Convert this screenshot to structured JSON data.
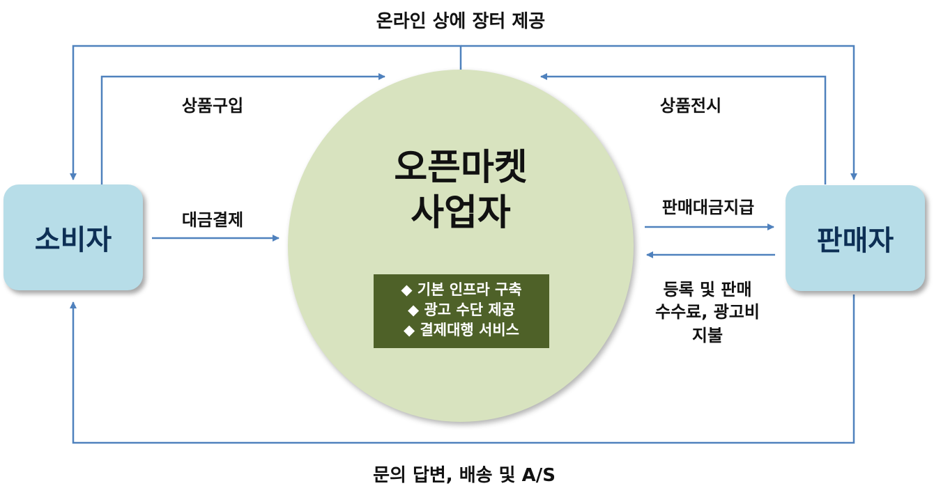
{
  "top_label": "온라인 상에 장터 제공",
  "bottom_label": "문의 답변, 배송 및 A/S",
  "center": {
    "title_line1": "오픈마켓",
    "title_line2": "사업자",
    "features": [
      "◆ 기본 인프라 구축",
      "◆ 광고 수단 제공",
      "◆ 결제대행 서비스"
    ]
  },
  "consumer": {
    "label": "소비자"
  },
  "seller": {
    "label": "판매자"
  },
  "flows": {
    "purchase": "상품구입",
    "payment": "대금결제",
    "display": "상품전시",
    "settlement": "판매대금지급",
    "fees_line1": "등록 및 판매",
    "fees_line2": "수수료, 광고비",
    "fees_line3": "지불"
  },
  "colors": {
    "arrow": "#4f81bd",
    "node_fill": "#b7dde8",
    "node_text": "#0d2f55",
    "circle_fill": "#d8e3bf",
    "feature_box": "#4e6128"
  }
}
